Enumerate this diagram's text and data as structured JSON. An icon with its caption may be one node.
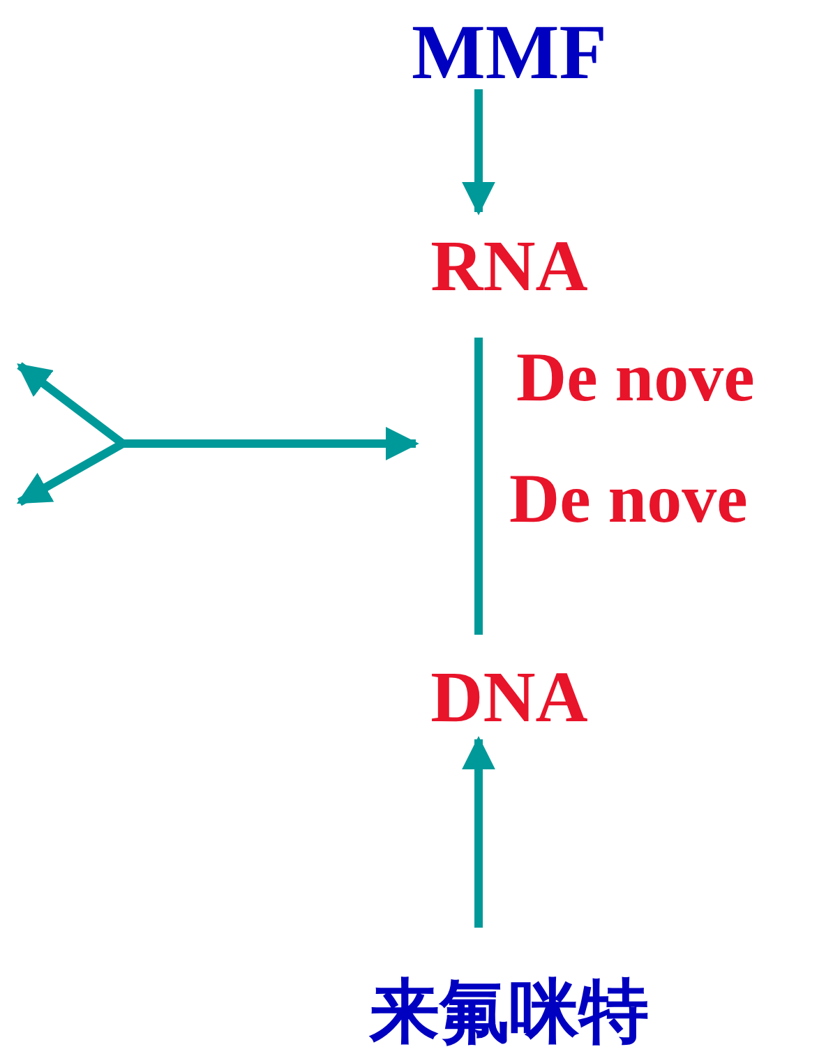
{
  "diagram": {
    "nodes": [
      {
        "text": [
          "MMF"
        ]
      },
      {
        "text": [
          "RNA"
        ]
      },
      {
        "text": [
          "DNA"
        ]
      },
      {
        "text": [
          "来氟咪特"
        ]
      }
    ],
    "edges": [
      {
        "from": 0,
        "to": 1,
        "arrow": "to"
      },
      {
        "from": 1,
        "to": 2,
        "arrow": "none"
      },
      {
        "from": 3,
        "to": 2,
        "arrow": "to"
      }
    ],
    "labels": [
      "De nove",
      "De nove"
    ]
  }
}
